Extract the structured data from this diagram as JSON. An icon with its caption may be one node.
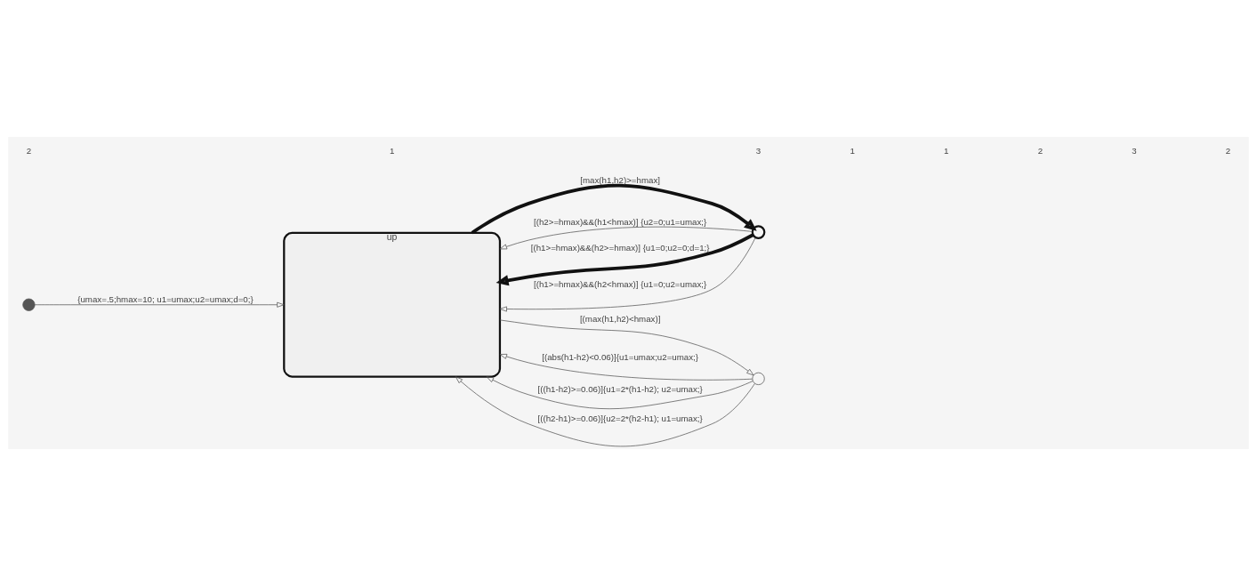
{
  "diagram": {
    "nodes": [
      {
        "text": [],
        "shape": "circle"
      },
      {
        "text": [
          "up"
        ]
      },
      {
        "text": [],
        "shape": "circle"
      },
      {
        "text": [],
        "shape": "circle"
      }
    ],
    "edges": [
      {
        "from": 0,
        "to": 1,
        "arrow": "to",
        "label": "{umax=.5;hmax=10; u1=umax;u2=umax;d=0;}"
      },
      {
        "from": 1,
        "to": 2,
        "arrow": "to",
        "label": "[max(h1,h2)>=hmax]",
        "style": "thick"
      },
      {
        "from": 2,
        "to": 1,
        "arrow": "to",
        "label": "[(h2>=hmax)&&(h1<hmax)] {u2=0;u1=umax;}"
      },
      {
        "from": 2,
        "to": 1,
        "arrow": "to",
        "label": "[(h1>=hmax)&&(h2>=hmax)] {u1=0;u2=0;d=1;}",
        "style": "thick"
      },
      {
        "from": 2,
        "to": 1,
        "arrow": "to",
        "label": "[(h1>=hmax)&&(h2<hmax)] {u1=0;u2=umax;}"
      },
      {
        "from": 1,
        "to": 3,
        "arrow": "to",
        "label": "[(max(h1,h2)<hmax)]"
      },
      {
        "from": 3,
        "to": 1,
        "arrow": "to",
        "label": "[(abs(h1-h2)<0.06)]{u1=umax;u2=umax;}"
      },
      {
        "from": 3,
        "to": 1,
        "arrow": "to",
        "label": "[((h1-h2)>=0.06)]{u1=2*(h1-h2); u2=umax;}"
      },
      {
        "from": 3,
        "to": 1,
        "arrow": "to",
        "label": "[((h2-h1)>=0.06)]{u2=2*(h2-h1); u1=umax;}"
      }
    ],
    "labels": [
      "2",
      "1",
      "3",
      "1",
      "1",
      "2",
      "3",
      "2"
    ]
  }
}
